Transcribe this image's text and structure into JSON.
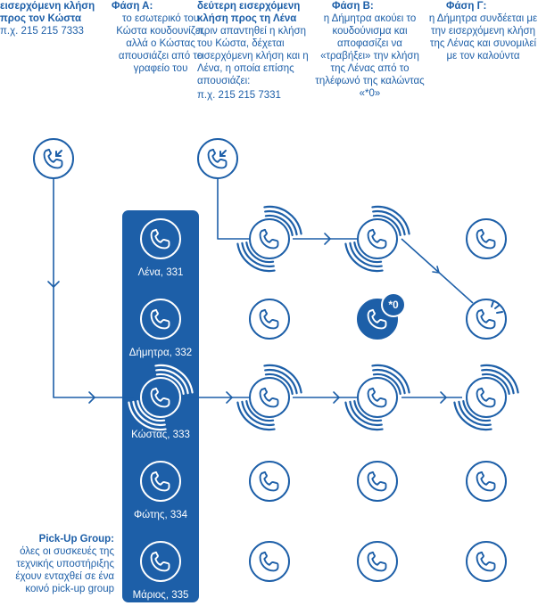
{
  "columns": [
    {
      "heading": "εισερχόμενη κλήση προς τον Κώστα",
      "body": "",
      "example": "π.χ. 215 215 7333"
    },
    {
      "heading": "Φάση Α:",
      "body": "το εσωτερικό του Κώστα κουδουνίζει, αλλά ο Κώστας απουσιάζει από το γραφείο του",
      "example": ""
    },
    {
      "heading": "δεύτερη εισερχόμενη κλήση προς τη Λένα",
      "body": "πριν απαντηθεί η κλήση του Κώστα, δέχεται εισερχόμενη κλήση και η Λένα, η οποία επίσης απουσιάζει:",
      "example": "π.χ. 215 215 7331"
    },
    {
      "heading": "Φάση Β:",
      "body": "η Δήμητρα ακούει το κουδούνισμα και αποφασίζει να «τραβήξει» την κλήση της Λένας από το τηλέφωνό της καλώντας «*0»",
      "example": ""
    },
    {
      "heading": "Φάση Γ:",
      "body": "η Δήμητρα συνδέεται με την εισερχόμενη κλήση της Λένας και συνομιλεί με τον καλούντα",
      "example": ""
    }
  ],
  "group": {
    "members": [
      {
        "label": "Λένα, 331"
      },
      {
        "label": "Δήμητρα, 332"
      },
      {
        "label": "Κώστας, 333"
      },
      {
        "label": "Φώτης, 334"
      },
      {
        "label": "Μάριος, 335"
      }
    ],
    "note_title": "Pick-Up Group:",
    "note_body": "όλες οι συσκευές της τεχνικής υποστήριξης έχουν ενταχθεί σε ένα κοινό pick-up group"
  },
  "pickup_code": "*0",
  "colors": {
    "primary": "#1d5fa8",
    "background": "#ffffff"
  }
}
